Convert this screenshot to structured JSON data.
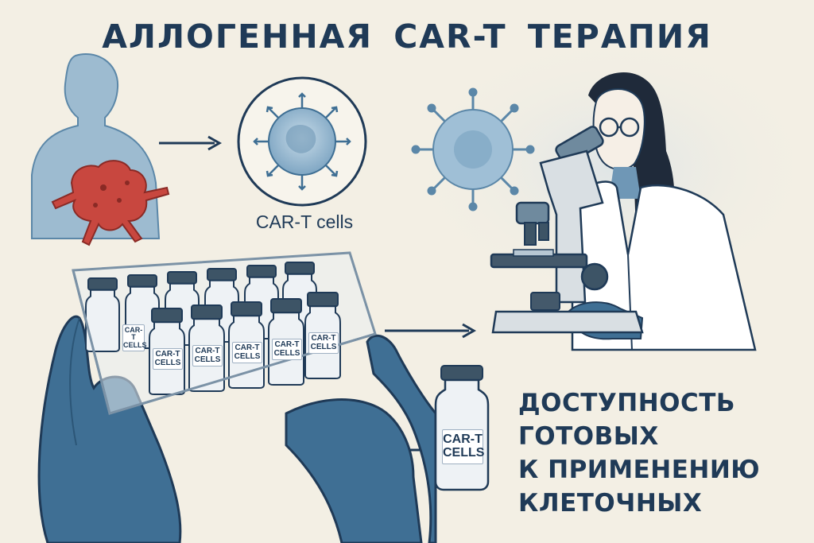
{
  "title": "АЛЛОГЕННАЯ CAR-T ТЕРАПИЯ",
  "cells_label": "CAR-T cells",
  "vial_label_line1": "CAR-T",
  "vial_label_line2": "CELLS",
  "vial_label_partial": "CAR-T CELLS",
  "availability_text": [
    "ДОСТУПНОСТЬ",
    "ГОТОВЫХ",
    "К ПРИМЕНЕНИЮ",
    "КЛЕТОЧНЫХ"
  ],
  "icons": [
    "human-silhouette-icon",
    "tumor-icon",
    "car-t-cell-icon",
    "virus-icon",
    "scientist-icon",
    "microscope-icon",
    "vial-tray-icon",
    "vial-icon",
    "gloved-hand-icon",
    "arrow-right-icon"
  ],
  "colors": {
    "background": "#f3efe4",
    "navy": "#1f3a57",
    "steel_blue": "#5b87a8",
    "light_blue": "#a9c6da",
    "tumor_red": "#c8473f",
    "glove_blue": "#3f6f94"
  }
}
